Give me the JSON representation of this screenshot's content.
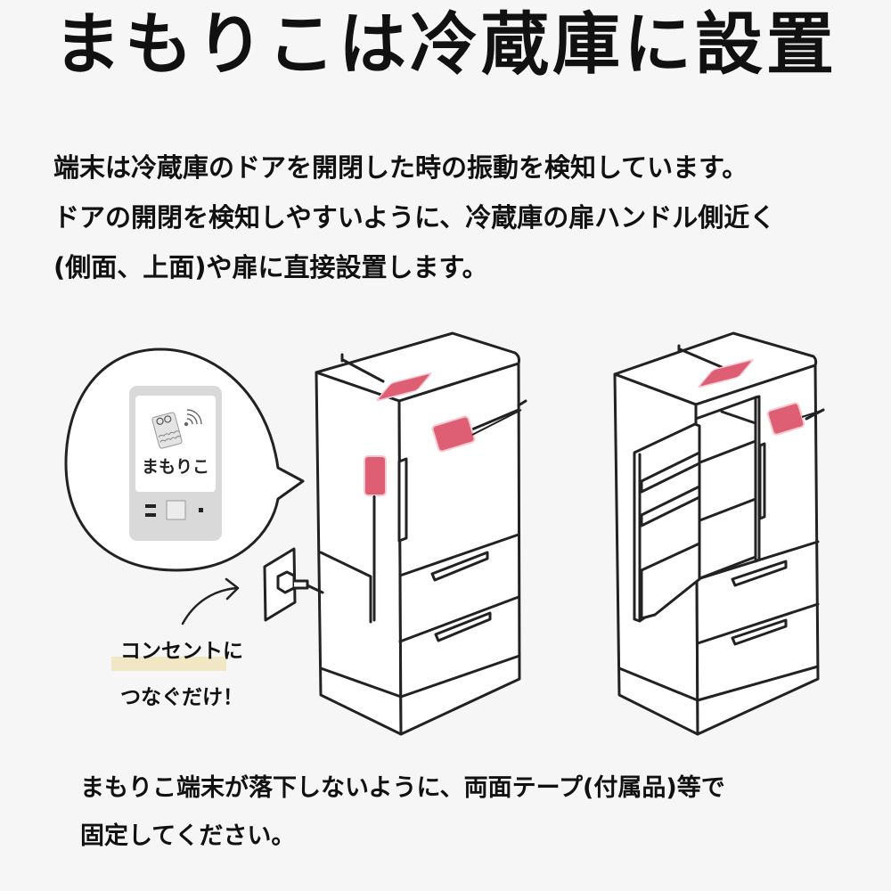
{
  "title": "まもりこは冷蔵庫に設置",
  "intro": {
    "lines": [
      "端末は冷蔵庫のドアを開閉した時の振動を検知しています。",
      "ドアの開閉を検知しやすいように、冷蔵庫の扉ハンドル側近く",
      "(側面、上面)や扉に直接設置します。"
    ]
  },
  "device": {
    "brand_label": "まもりこ",
    "icons": [
      "omamori-charm-icon",
      "wifi-signal-icon"
    ],
    "body_color": "#d9d9d9",
    "screen_color": "#ffffff"
  },
  "callout": {
    "highlight": "コンセント",
    "line1_rest": "に",
    "line2": "つなぐだけ！",
    "highlight_color": "#f1e7c4"
  },
  "illustrations": {
    "left_fridge": "closed-fridge-with-sensors",
    "right_fridge": "open-fridge-with-sensors",
    "sensor_color": "#de5f74"
  },
  "footer": {
    "lines": [
      "まもりこ端末が落下しないように、両面テープ(付属品)等で",
      "固定してください。"
    ]
  },
  "colors": {
    "background": "#f5f6f5",
    "text": "#111111",
    "line": "#222222"
  }
}
